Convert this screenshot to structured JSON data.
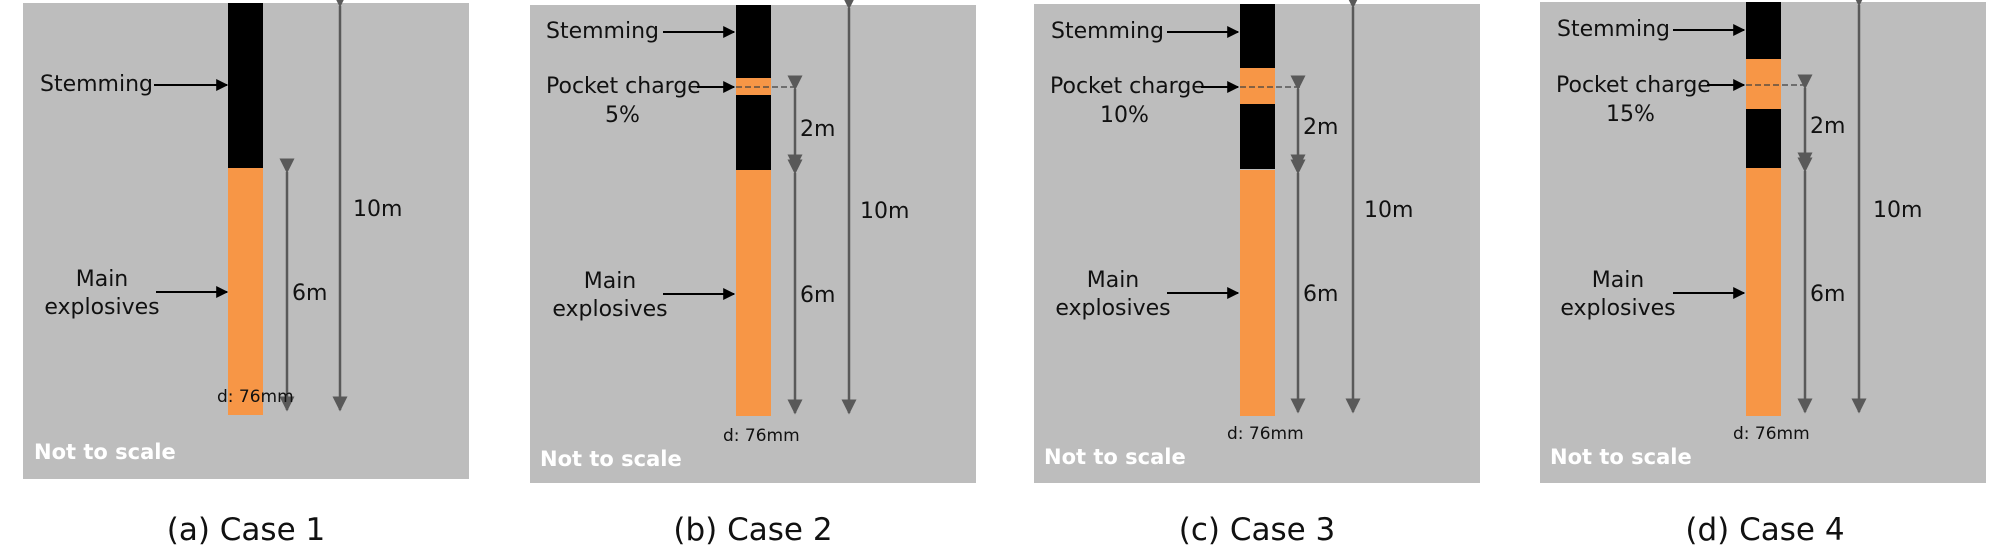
{
  "panels": [
    {
      "caption": "(a) Case 1",
      "stemming_label": "Stemming",
      "pocket_label": "",
      "pocket_percent": "",
      "main_label_line1": "Main",
      "main_label_line2": "explosives",
      "total_length": "10m",
      "main_length": "6m",
      "gap_length": "",
      "diameter": "d: 76mm",
      "note": "Not to scale",
      "pocket_fraction": 0
    },
    {
      "caption": "(b) Case 2",
      "stemming_label": "Stemming",
      "pocket_label": "Pocket charge",
      "pocket_percent": "5%",
      "main_label_line1": "Main",
      "main_label_line2": "explosives",
      "total_length": "10m",
      "main_length": "6m",
      "gap_length": "2m",
      "diameter": "d: 76mm",
      "note": "Not to scale",
      "pocket_fraction": 0.05
    },
    {
      "caption": "(c) Case 3",
      "stemming_label": "Stemming",
      "pocket_label": "Pocket charge",
      "pocket_percent": "10%",
      "main_label_line1": "Main",
      "main_label_line2": "explosives",
      "total_length": "10m",
      "main_length": "6m",
      "gap_length": "2m",
      "diameter": "d: 76mm",
      "note": "Not to scale",
      "pocket_fraction": 0.1
    },
    {
      "caption": "(d) Case 4",
      "stemming_label": "Stemming",
      "pocket_label": "Pocket charge",
      "pocket_percent": "15%",
      "main_label_line1": "Main",
      "main_label_line2": "explosives",
      "total_length": "10m",
      "main_length": "6m",
      "gap_length": "2m",
      "diameter": "d: 76mm",
      "note": "Not to scale",
      "pocket_fraction": 0.15
    }
  ],
  "colors": {
    "background_panel": "#bdbdbd",
    "stemming": "#000000",
    "explosive": "#f79646",
    "arrow": "#595959",
    "text": "#111111",
    "note_text": "#ffffff"
  }
}
